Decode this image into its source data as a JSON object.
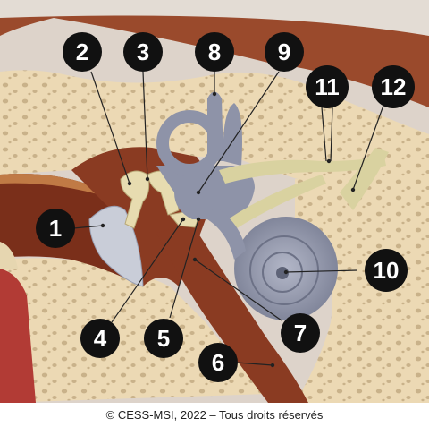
{
  "copyright": "© CESS-MSI, 2022 – Tous droits réservés",
  "colors": {
    "bone": "#ecd9b4",
    "bone_pores": "#c9b28a",
    "soft_tissue": "#8a3b22",
    "skin_top": "#d8cfc6",
    "labyrinth": "#8e93a8",
    "ossicle": "#e7dcb0",
    "eardrum": "#c9cdd8",
    "muscle": "#b23b35",
    "marker": "#111111"
  },
  "labels": [
    {
      "id": "1",
      "text": "1"
    },
    {
      "id": "2",
      "text": "2"
    },
    {
      "id": "3",
      "text": "3"
    },
    {
      "id": "4",
      "text": "4"
    },
    {
      "id": "5",
      "text": "5"
    },
    {
      "id": "6",
      "text": "6"
    },
    {
      "id": "7",
      "text": "7"
    },
    {
      "id": "8",
      "text": "8"
    },
    {
      "id": "9",
      "text": "9"
    },
    {
      "id": "10",
      "text": "10"
    },
    {
      "id": "11",
      "text": "11"
    },
    {
      "id": "12",
      "text": "12"
    }
  ]
}
